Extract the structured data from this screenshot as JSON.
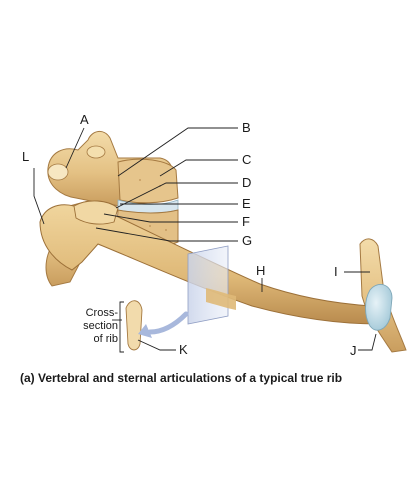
{
  "labels": {
    "A": "A",
    "B": "B",
    "C": "C",
    "D": "D",
    "E": "E",
    "F": "F",
    "G": "G",
    "H": "H",
    "I": "I",
    "J": "J",
    "K": "K",
    "L": "L"
  },
  "cross_section": {
    "line1": "Cross-",
    "line2": "section",
    "line3": "of rib"
  },
  "caption": "(a) Vertebral and sternal articulations of a typical true rib",
  "colors": {
    "bone": "#e8c98f",
    "bone_shade": "#c9a063",
    "cartilage": "#bcd9e6",
    "leader": "#222222"
  }
}
